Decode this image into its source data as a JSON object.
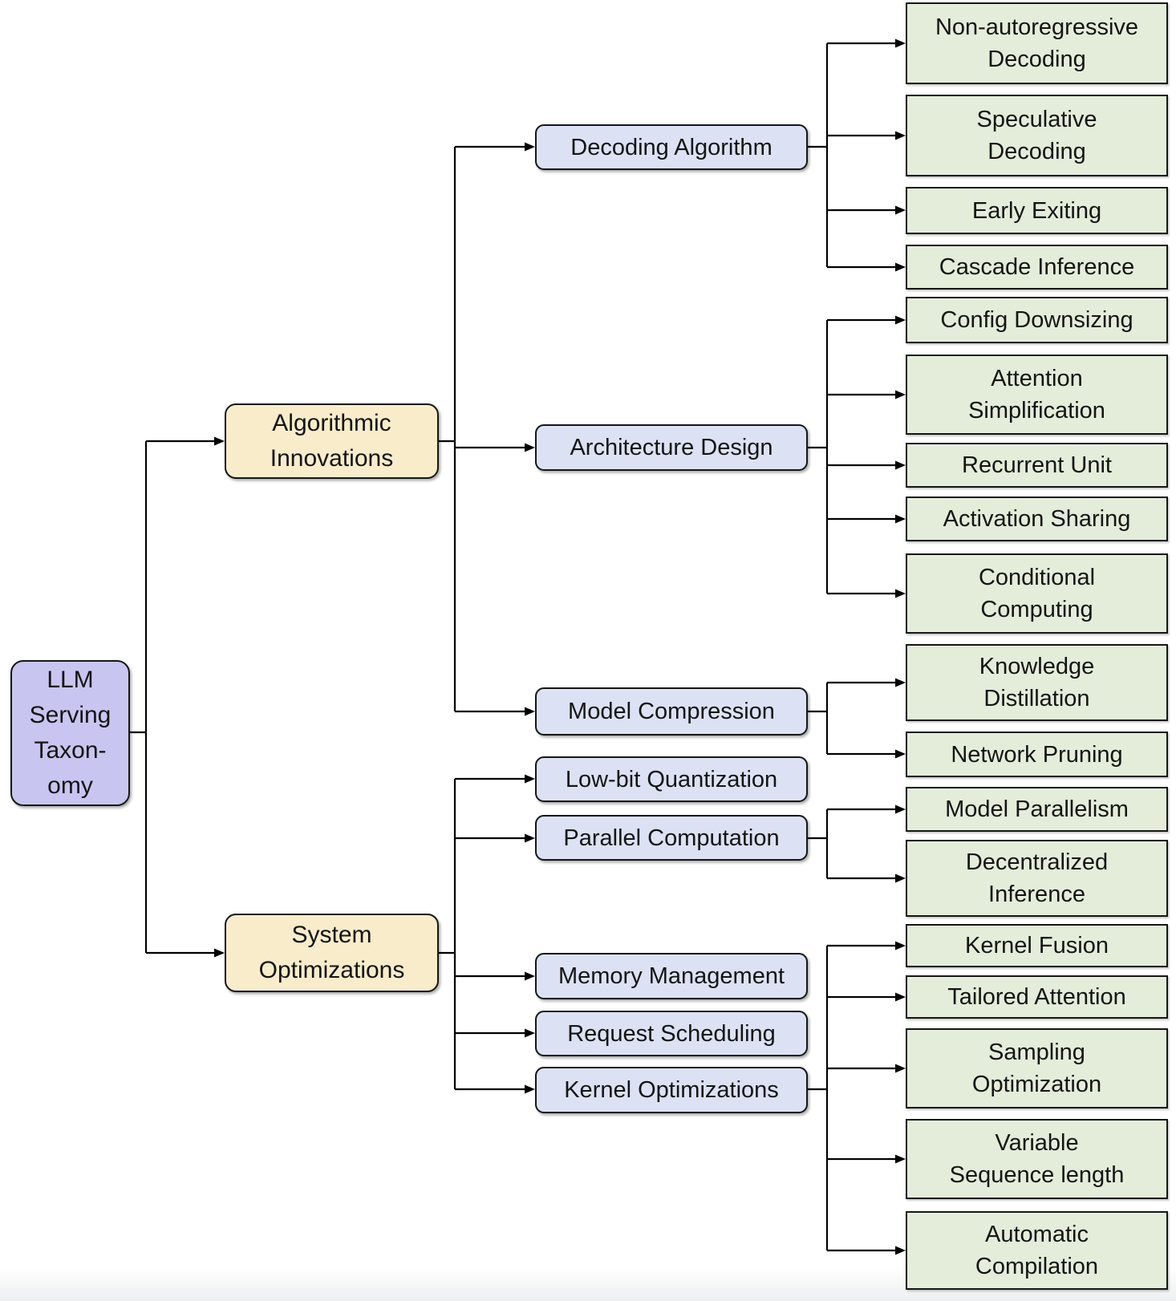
{
  "tree": {
    "root": {
      "label": "LLM\nServing\nTaxon-\nomy"
    },
    "branches": [
      {
        "label": "Algorithmic\nInnovations",
        "children": [
          {
            "label": "Decoding Algorithm",
            "children": [
              {
                "label": "Non-autoregressive\nDecoding"
              },
              {
                "label": "Speculative\nDecoding"
              },
              {
                "label": "Early Exiting"
              },
              {
                "label": "Cascade Inference"
              }
            ]
          },
          {
            "label": "Architecture Design",
            "children": [
              {
                "label": "Config Downsizing"
              },
              {
                "label": "Attention\nSimplification"
              },
              {
                "label": "Recurrent Unit"
              },
              {
                "label": "Activation Sharing"
              },
              {
                "label": "Conditional\nComputing"
              }
            ]
          },
          {
            "label": "Model Compression",
            "children": [
              {
                "label": "Knowledge\nDistillation"
              },
              {
                "label": "Network Pruning"
              }
            ]
          }
        ]
      },
      {
        "label": "System\nOptimizations",
        "children": [
          {
            "label": "Low-bit Quantization",
            "children": []
          },
          {
            "label": "Parallel Computation",
            "children": [
              {
                "label": "Model Parallelism"
              },
              {
                "label": "Decentralized\nInference"
              }
            ]
          },
          {
            "label": "Memory Management",
            "children": []
          },
          {
            "label": "Request Scheduling",
            "children": []
          },
          {
            "label": "Kernel Optimizations",
            "children": [
              {
                "label": "Kernel Fusion"
              },
              {
                "label": "Tailored Attention"
              },
              {
                "label": "Sampling\nOptimization"
              },
              {
                "label": "Variable\nSequence length"
              },
              {
                "label": "Automatic\nCompilation"
              }
            ]
          }
        ]
      }
    ]
  },
  "colors": {
    "root_fill": "#c8c6f0",
    "branch_fill": "#f8ecca",
    "sub_fill": "#dce2f4",
    "leaf_fill": "#e4edda",
    "border": "#161616",
    "line": "#000000"
  }
}
